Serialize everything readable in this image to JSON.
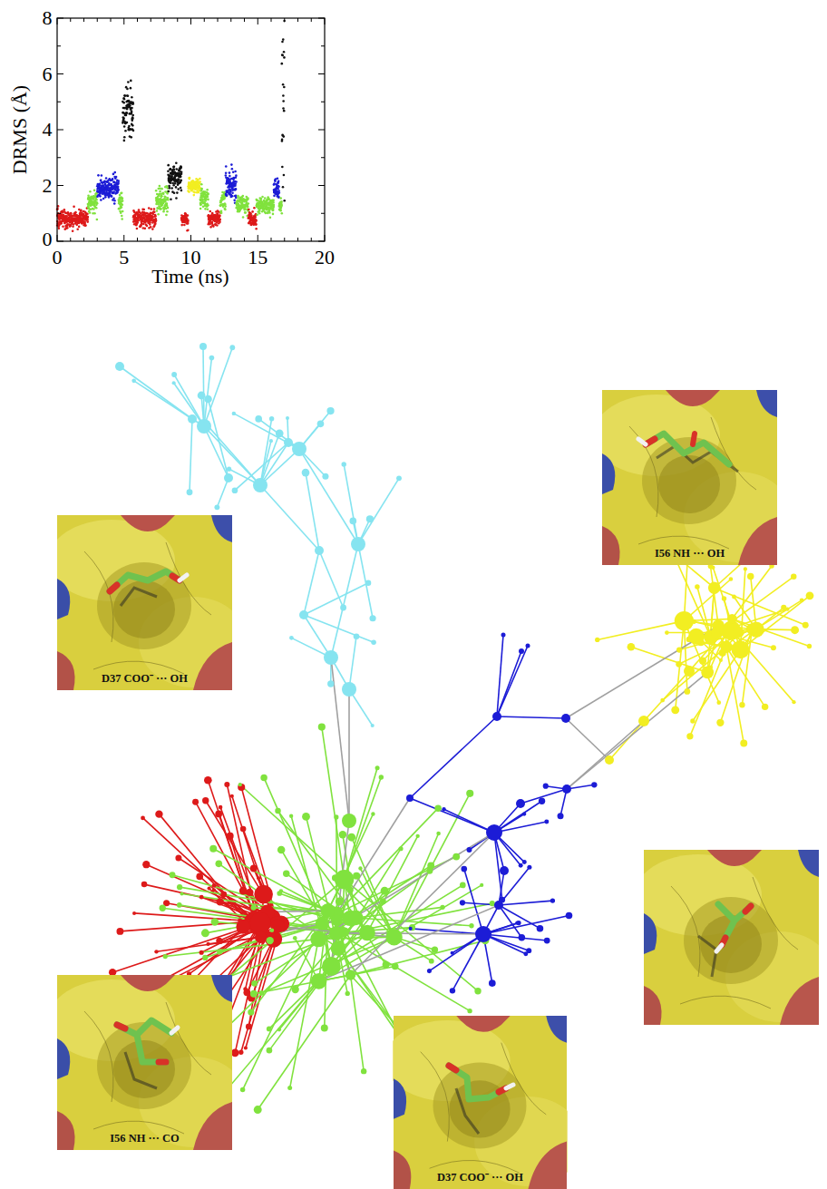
{
  "diagram": {
    "nodes": [
      {
        "text": [
          "I56 NH ··· OH"
        ]
      },
      {
        "text": [
          "D37 COO⁻ ··· OH"
        ]
      },
      {
        "text": [
          "I56 NH ··· CO"
        ]
      },
      {
        "text": [
          "D37 COO⁻ ··· OH"
        ]
      }
    ],
    "labels": [
      "8",
      "6",
      "4",
      "2",
      "0",
      "0",
      "5",
      "10",
      "15",
      "20",
      "DRMS (Å)",
      "Time (ns)"
    ]
  }
}
